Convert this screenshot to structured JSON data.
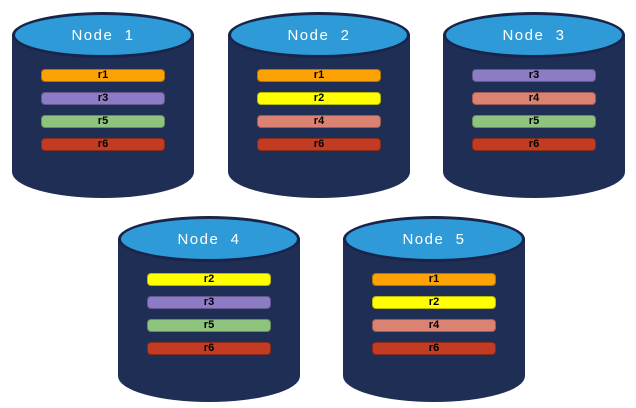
{
  "diagram": {
    "description": "Distributed database replica placement across five nodes",
    "colors": {
      "background": "#FFFFFF",
      "cylinder_body": "#1F2E54",
      "cylinder_top": "#2E9BD8",
      "cylinder_outline": "#18244A",
      "title_text": "#FFFFFF",
      "bar_text": "#000000",
      "replicas": {
        "r1": "#FDA204",
        "r2": "#FFFF00",
        "r3": "#8C7BC5",
        "r4": "#DC8273",
        "r5": "#8EC47D",
        "r6": "#C23B23"
      }
    },
    "nodes": [
      {
        "label": "Node  1",
        "replicas": [
          "r1",
          "r3",
          "r5",
          "r6"
        ]
      },
      {
        "label": "Node  2",
        "replicas": [
          "r1",
          "r2",
          "r4",
          "r6"
        ]
      },
      {
        "label": "Node  3",
        "replicas": [
          "r3",
          "r4",
          "r5",
          "r6"
        ]
      },
      {
        "label": "Node  4",
        "replicas": [
          "r2",
          "r3",
          "r5",
          "r6"
        ]
      },
      {
        "label": "Node  5",
        "replicas": [
          "r1",
          "r2",
          "r4",
          "r6"
        ]
      }
    ]
  }
}
